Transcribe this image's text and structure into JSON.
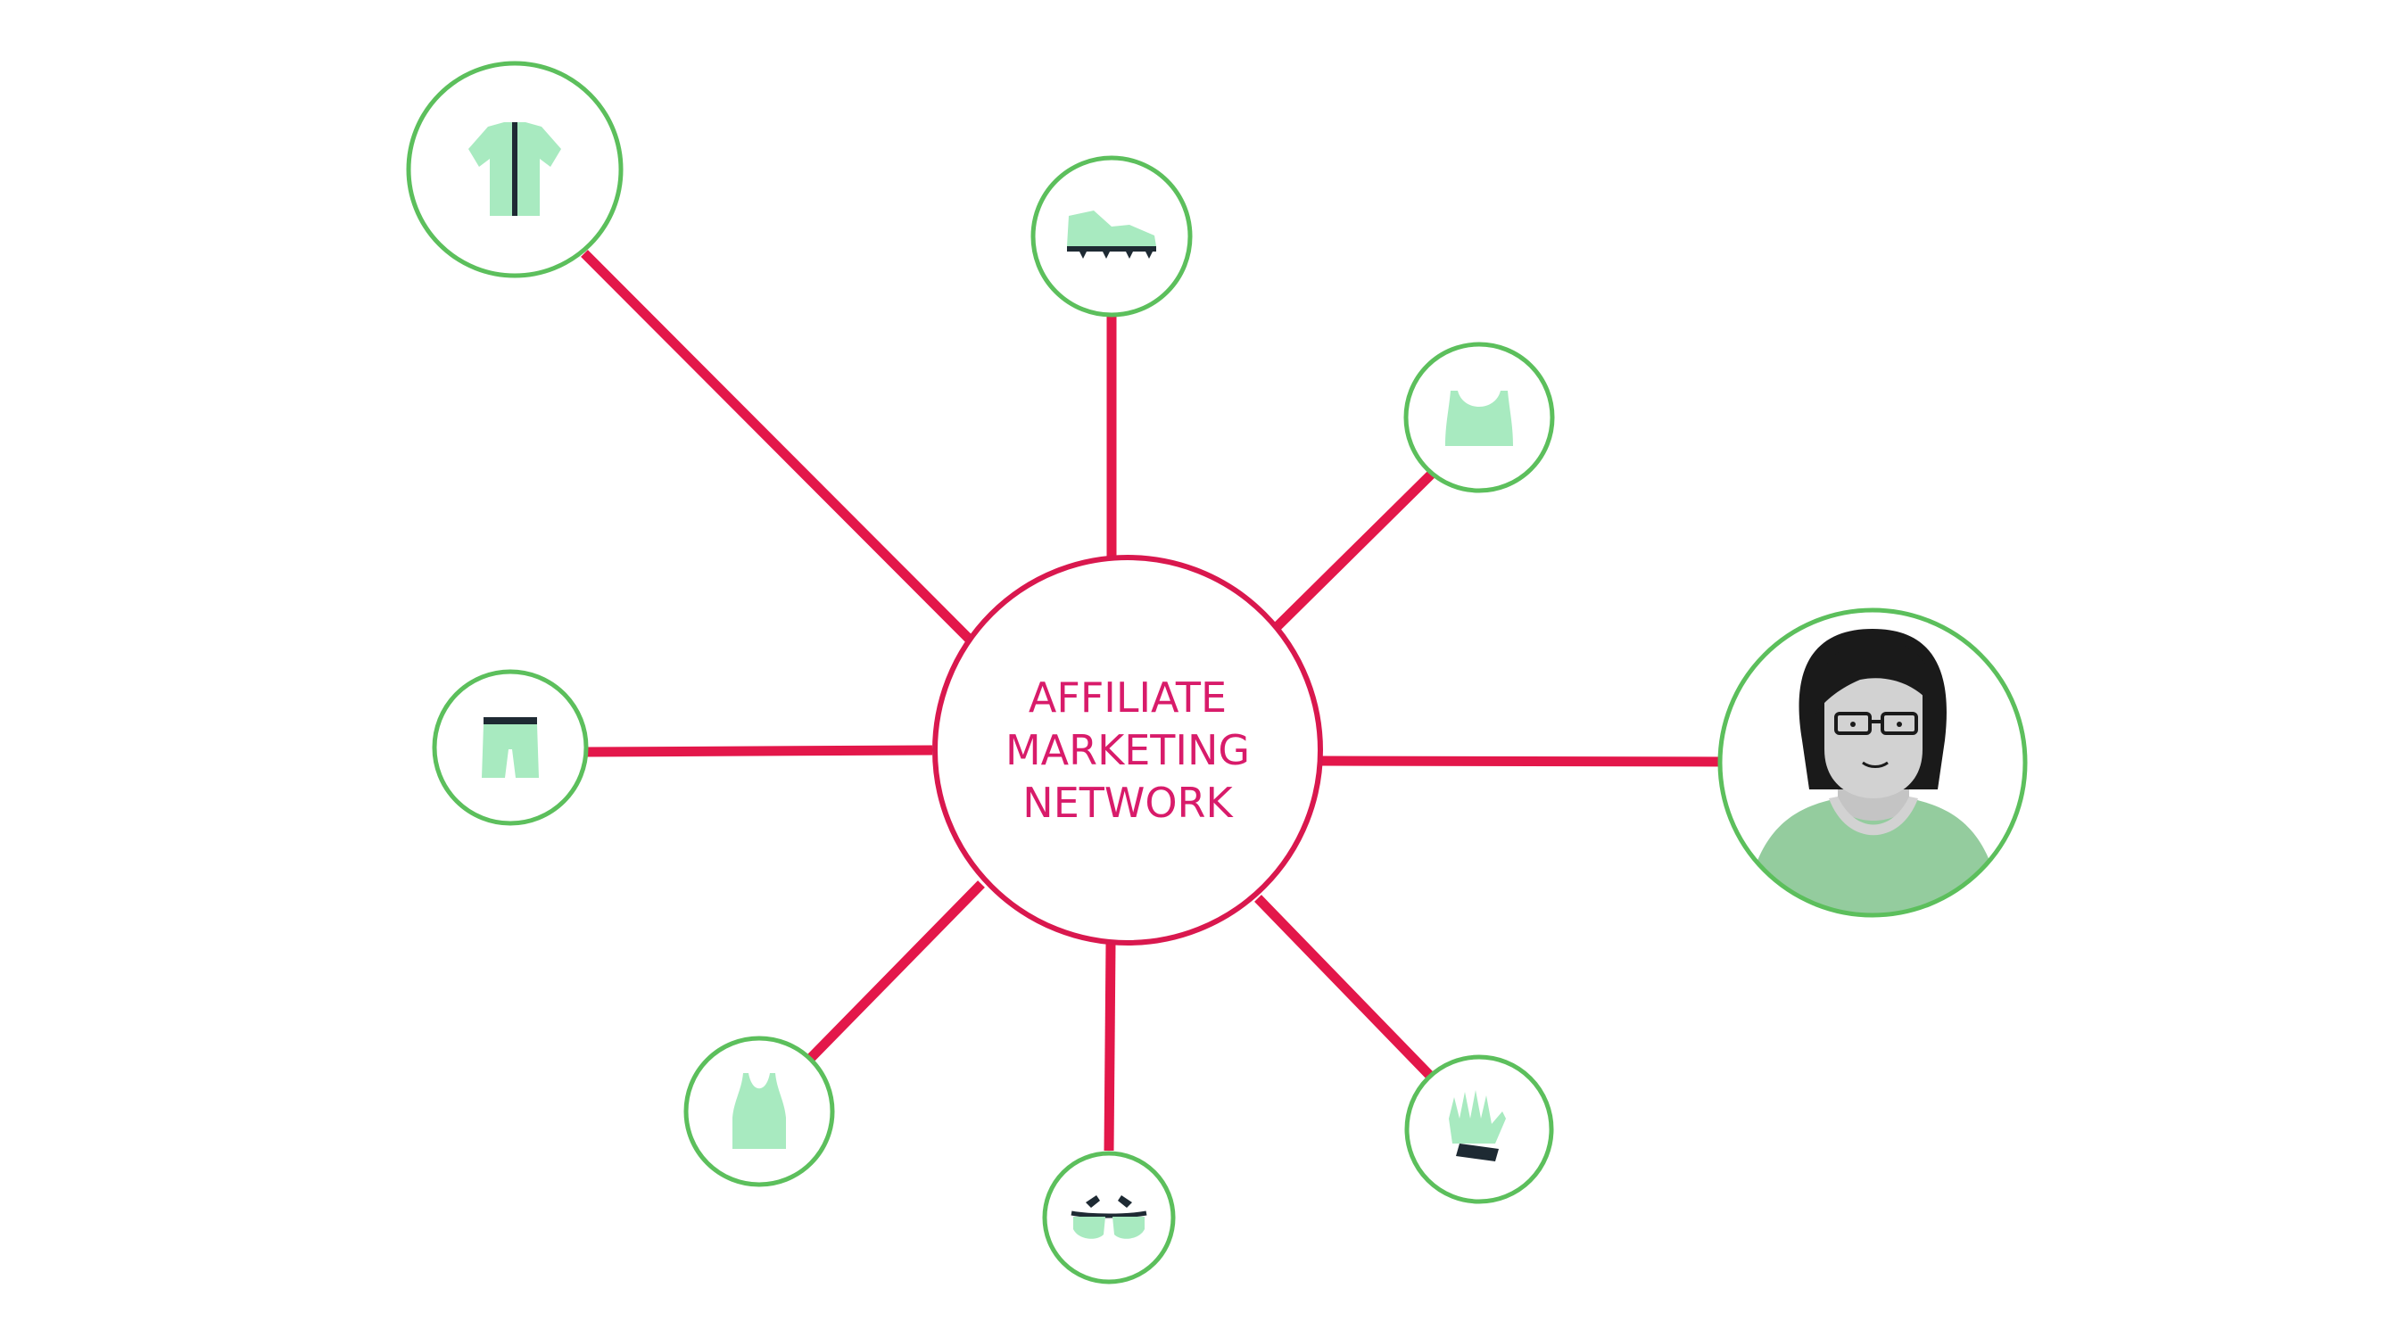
{
  "hub": {
    "line1": "AFFILIATE",
    "line2": "MARKETING",
    "line3": "NETWORK"
  },
  "nodes": [
    {
      "id": "shirt",
      "icon": "shirt-icon"
    },
    {
      "id": "shoe",
      "icon": "shoe-icon"
    },
    {
      "id": "sports-bra",
      "icon": "sports-bra-icon"
    },
    {
      "id": "shorts",
      "icon": "shorts-icon"
    },
    {
      "id": "tank-top",
      "icon": "tank-top-icon"
    },
    {
      "id": "goggles",
      "icon": "goggles-icon"
    },
    {
      "id": "gloves",
      "icon": "gloves-icon"
    },
    {
      "id": "person",
      "icon": "person-avatar-icon"
    }
  ],
  "colors": {
    "connector": "#E3174A",
    "hub_stroke": "#D9184E",
    "hub_text": "#D81B6A",
    "node_stroke": "#5CBF5C",
    "icon_fill": "#A8EAC0",
    "icon_dark": "#1E2A33",
    "avatar_hair": "#1A1A1A",
    "avatar_skin": "#D2D2D2",
    "avatar_shirt": "#94CC9E"
  }
}
